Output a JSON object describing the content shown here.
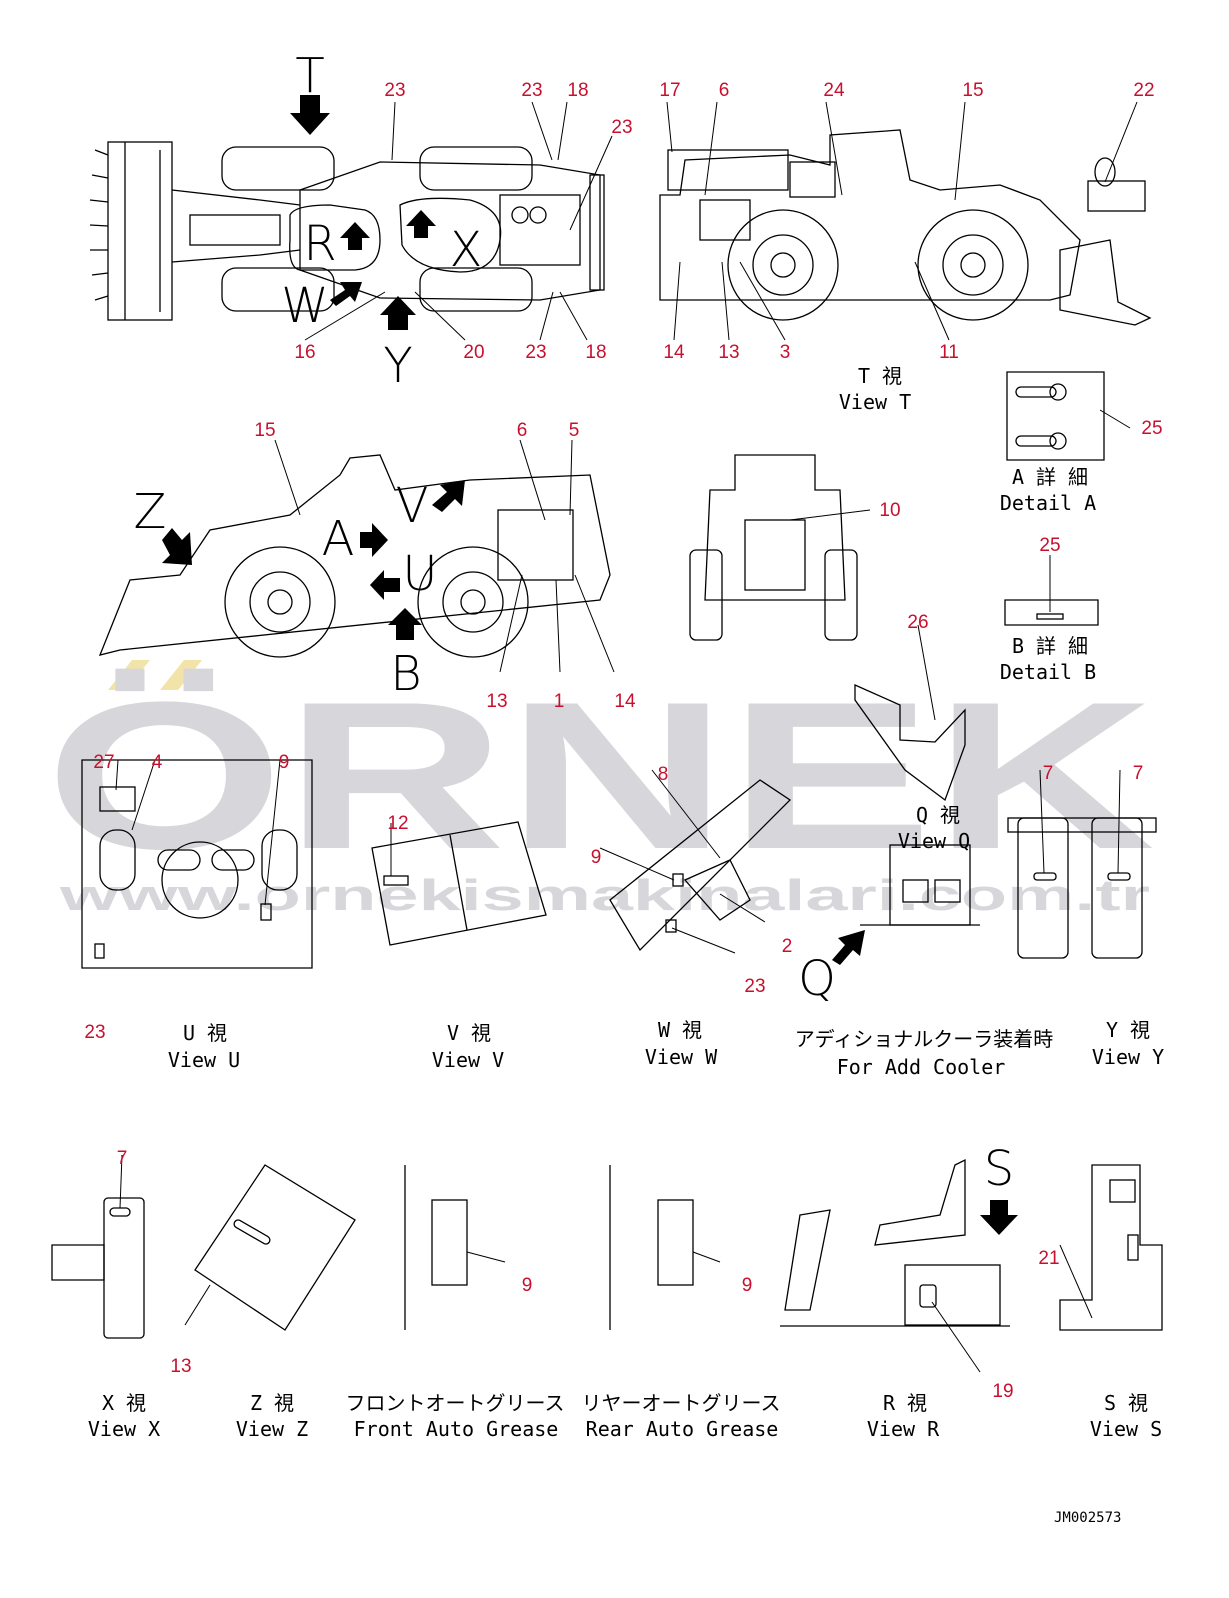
{
  "views": {
    "t": {
      "title_jp": "T 視",
      "title_en": "View T"
    },
    "u": {
      "title_jp": "U 視",
      "title_en": "View U"
    },
    "v": {
      "title_jp": "V 視",
      "title_en": "View V"
    },
    "w": {
      "title_jp": "W 視",
      "title_en": "View W"
    },
    "q": {
      "title_jp": "Q 視",
      "title_en": "View Q"
    },
    "y": {
      "title_jp": "Y 視",
      "title_en": "View Y"
    },
    "x": {
      "title_jp": "X 視",
      "title_en": "View X"
    },
    "z": {
      "title_jp": "Z 視",
      "title_en": "View Z"
    },
    "r": {
      "title_jp": "R 視",
      "title_en": "View R"
    },
    "s": {
      "title_jp": "S 視",
      "title_en": "View S"
    },
    "detail_a": {
      "title_jp": "A 詳 細",
      "title_en": "Detail A"
    },
    "detail_b": {
      "title_jp": "B 詳 細",
      "title_en": "Detail B"
    },
    "cooler": {
      "title_jp": "アディショナルクーラ装着時",
      "title_en": "For Add Cooler"
    },
    "front_grease": {
      "title_jp": "フロントオートグリース",
      "title_en": "Front Auto Grease"
    },
    "rear_grease": {
      "title_jp": "リヤーオートグリース",
      "title_en": "Rear Auto Grease"
    }
  },
  "view_letters": {
    "T": "T",
    "X": "X",
    "R": "R",
    "W": "W",
    "Y": "Y",
    "Z": "Z",
    "A": "A",
    "V": "V",
    "U": "U",
    "B": "B",
    "Q": "Q",
    "S": "S"
  },
  "part_labels": {
    "top_view": [
      "23",
      "23",
      "18",
      "23",
      "16",
      "20",
      "23",
      "18"
    ],
    "side_view": [
      "17",
      "6",
      "24",
      "15",
      "22",
      "14",
      "13",
      "3",
      "11"
    ],
    "left_view": [
      "15",
      "6",
      "5",
      "13",
      "1",
      "14"
    ],
    "rear_view": [
      "10"
    ],
    "detail_a": [
      "25"
    ],
    "detail_b": [
      "25"
    ],
    "view_q": [
      "26"
    ],
    "view_u": [
      "27",
      "4",
      "9",
      "23"
    ],
    "view_v": [
      "12"
    ],
    "view_w": [
      "8",
      "9",
      "2",
      "23"
    ],
    "view_y": [
      "7",
      "7"
    ],
    "view_x": [
      "7"
    ],
    "view_z": [
      "13"
    ],
    "front_grease": [
      "9"
    ],
    "rear_grease": [
      "9"
    ],
    "view_r": [
      "19"
    ],
    "view_s": [
      "21"
    ]
  },
  "watermark": {
    "brand": "ÖRNEK",
    "url": "www.ornekismakinalari.com.tr"
  },
  "drawing_code": "JM002573",
  "colors": {
    "label_red": "#c8102e",
    "watermark_gray": "#d7d7db",
    "watermark_gold": "#f2e3a8"
  }
}
